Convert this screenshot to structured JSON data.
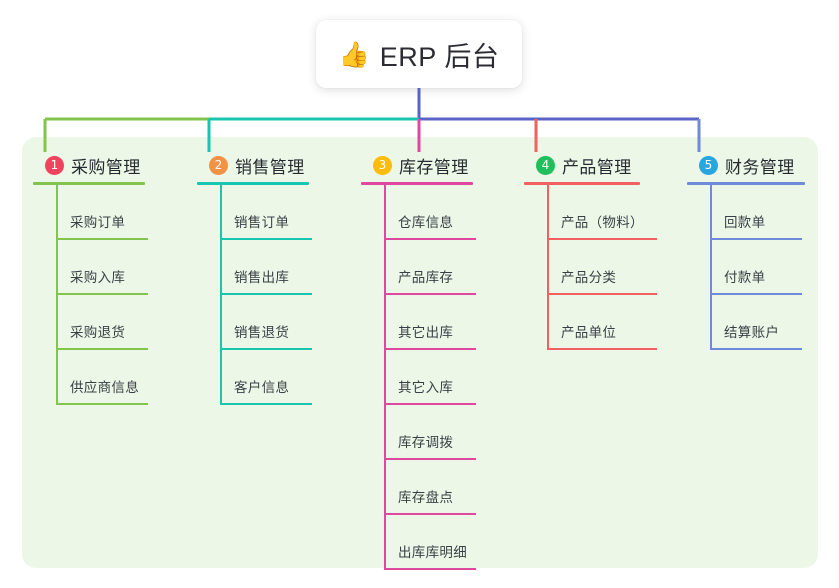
{
  "root": {
    "icon": "thumbs-up-emoji",
    "icon_glyph": "👍",
    "title": "ERP 后台"
  },
  "panel": {
    "background": "#edf7e7"
  },
  "connectors": {
    "trunk_color": "#5b63c4",
    "bus_segments": [
      {
        "color": "#83c44e",
        "from": "col1",
        "to": "col2"
      },
      {
        "color": "#18c5b0",
        "from": "col2",
        "to": "col3"
      },
      {
        "color": "#5b63c4",
        "from": "col3",
        "to": "col5"
      }
    ]
  },
  "columns": [
    {
      "number": "1",
      "title": "采购管理",
      "badge_color": "#f0435e",
      "line_color": "#83c44e",
      "items": [
        {
          "label": "采购订单"
        },
        {
          "label": "采购入库"
        },
        {
          "label": "采购退货"
        },
        {
          "label": "供应商信息"
        }
      ]
    },
    {
      "number": "2",
      "title": "销售管理",
      "badge_color": "#f29245",
      "line_color": "#18c5b0",
      "items": [
        {
          "label": "销售订单"
        },
        {
          "label": "销售出库"
        },
        {
          "label": "销售退货"
        },
        {
          "label": "客户信息"
        }
      ]
    },
    {
      "number": "3",
      "title": "库存管理",
      "badge_color": "#fbbc0a",
      "line_color": "#e0479e",
      "items": [
        {
          "label": "仓库信息"
        },
        {
          "label": "产品库存"
        },
        {
          "label": "其它出库"
        },
        {
          "label": "其它入库"
        },
        {
          "label": "库存调拨"
        },
        {
          "label": "库存盘点"
        },
        {
          "label": "出库库明细"
        }
      ]
    },
    {
      "number": "4",
      "title": "产品管理",
      "badge_color": "#20bf5b",
      "line_color": "#f2615f",
      "items": [
        {
          "label": "产品（物料）"
        },
        {
          "label": "产品分类"
        },
        {
          "label": "产品单位"
        }
      ]
    },
    {
      "number": "5",
      "title": "财务管理",
      "badge_color": "#27a6e0",
      "line_color": "#6f8ad8",
      "items": [
        {
          "label": "回款单"
        },
        {
          "label": "付款单"
        },
        {
          "label": "结算账户"
        }
      ]
    }
  ]
}
